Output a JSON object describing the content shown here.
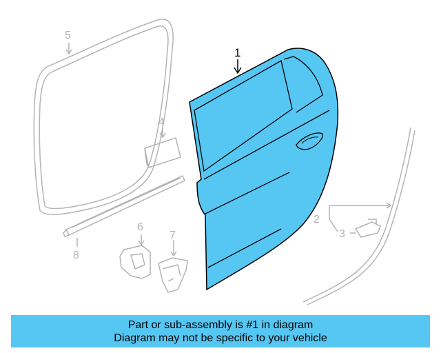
{
  "callouts": {
    "c1": "1",
    "c2": "2",
    "c3": "3",
    "c4": "4",
    "c5": "5",
    "c6": "6",
    "c7": "7",
    "c8": "8"
  },
  "banner": {
    "line1": "Part or sub-assembly is #1 in diagram",
    "line2": "Diagram may not be specific to your vehicle"
  },
  "colors": {
    "highlight_part": "#56c6f2",
    "banner_bg": "#56c6f2",
    "ghost_lines": "#b3b3b3",
    "outline": "#000000"
  }
}
